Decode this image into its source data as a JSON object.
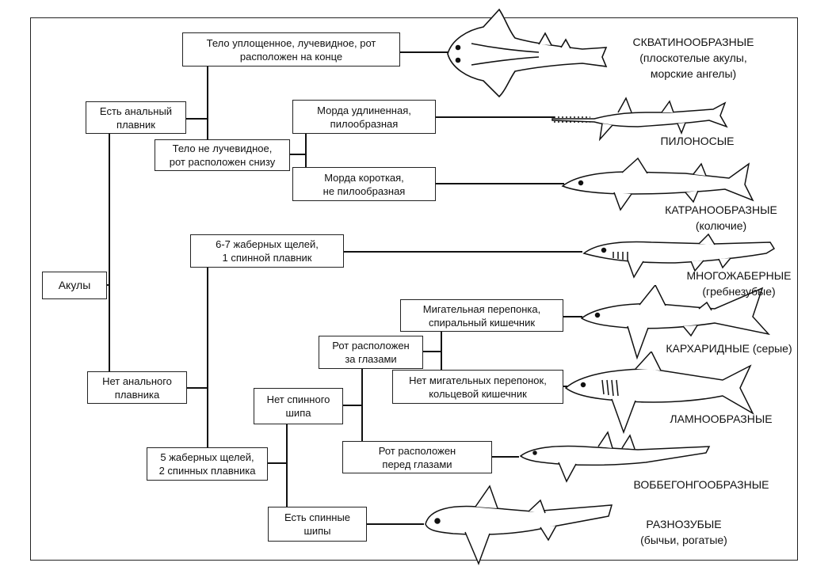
{
  "root": "Акулы",
  "nodes": {
    "anal_fin_yes": "Есть анальный\nплавник",
    "anal_fin_no": "Нет анального\nплавника",
    "body_flat": "Тело уплощенное, лучевидное, рот\nрасположен на конце",
    "body_not_flat": "Тело не лучевидное,\nрот расположен снизу",
    "snout_long": "Морда удлиненная,\nпилообразная",
    "snout_short": "Морда короткая,\nне пилообразная",
    "gills_6_7": "6-7 жаберных щелей,\n1 спинной плавник",
    "gills_5": "5 жаберных щелей,\n2 спинных плавника",
    "no_spine": "Нет спинного\nшипа",
    "spines": "Есть спинные\nшипы",
    "mouth_behind": "Рот расположен\nза глазами",
    "mouth_front": "Рот расположен\nперед глазами",
    "nictitating_yes": "Мигательная перепонка,\nспиральный кишечник",
    "nictitating_no": "Нет мигательных перепонок,\nкольцевой кишечник"
  },
  "taxa": {
    "squatiniformes": "СКВАТИНООБРАЗНЫЕ\n(плоскотелые акулы,\nморские ангелы)",
    "pristiophoriformes": "ПИЛОНОСЫЕ",
    "squaliformes": "КАТРАНООБРАЗНЫЕ\n(колючие)",
    "hexanchiformes": "МНОГОЖАБЕРНЫЕ\n(гребнезубые)",
    "carcharhiniformes": "КАРХАРИДНЫЕ (серые)",
    "lamniformes": "ЛАМНООБРАЗНЫЕ",
    "orectolobiformes": "ВОББЕГОНГООБРАЗНЫЕ",
    "heterodontiformes": "РАЗНОЗУБЫЕ\n(бычьи, рогатые)"
  }
}
